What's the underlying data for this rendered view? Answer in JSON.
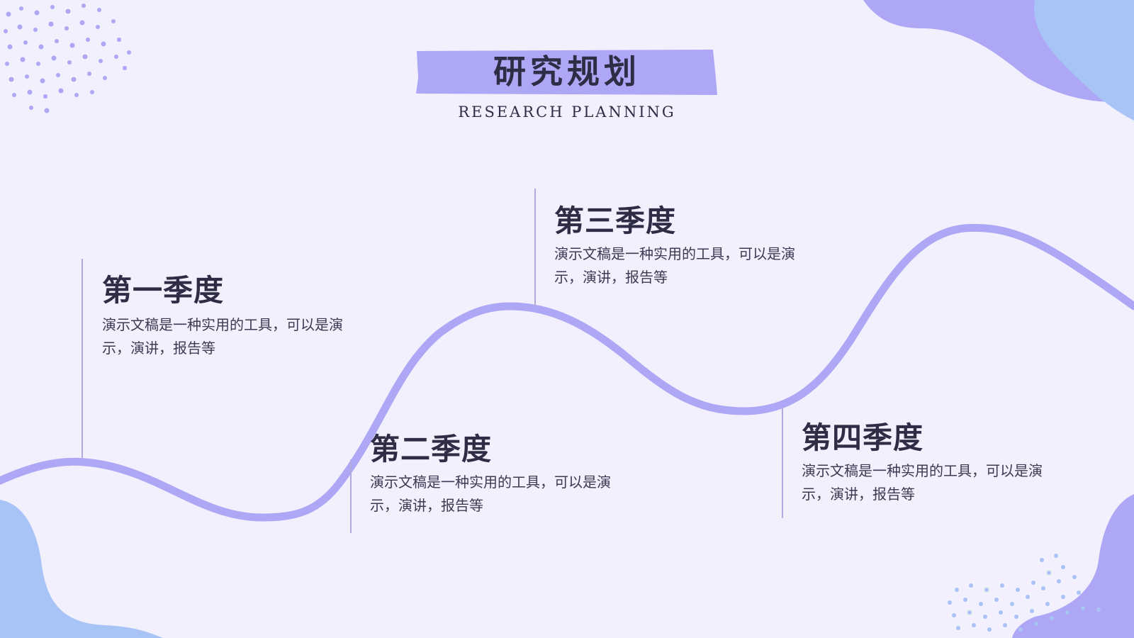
{
  "colors": {
    "background": "#f2f0fd",
    "accent_purple": "#ada7f5",
    "accent_blue": "#a8c4f7",
    "text_dark": "#2e2d45",
    "divider": "#b2aadf"
  },
  "header": {
    "title": "研究规划",
    "subtitle": "RESEARCH PLANNING"
  },
  "quarters": [
    {
      "title": "第一季度",
      "description": "演示文稿是一种实用的工具，可以是演示，演讲，报告等"
    },
    {
      "title": "第二季度",
      "description": "演示文稿是一种实用的工具，可以是演示，演讲，报告等"
    },
    {
      "title": "第三季度",
      "description": "演示文稿是一种实用的工具，可以是演示，演讲，报告等"
    },
    {
      "title": "第四季度",
      "description": "演示文稿是一种实用的工具，可以是演示，演讲，报告等"
    }
  ]
}
